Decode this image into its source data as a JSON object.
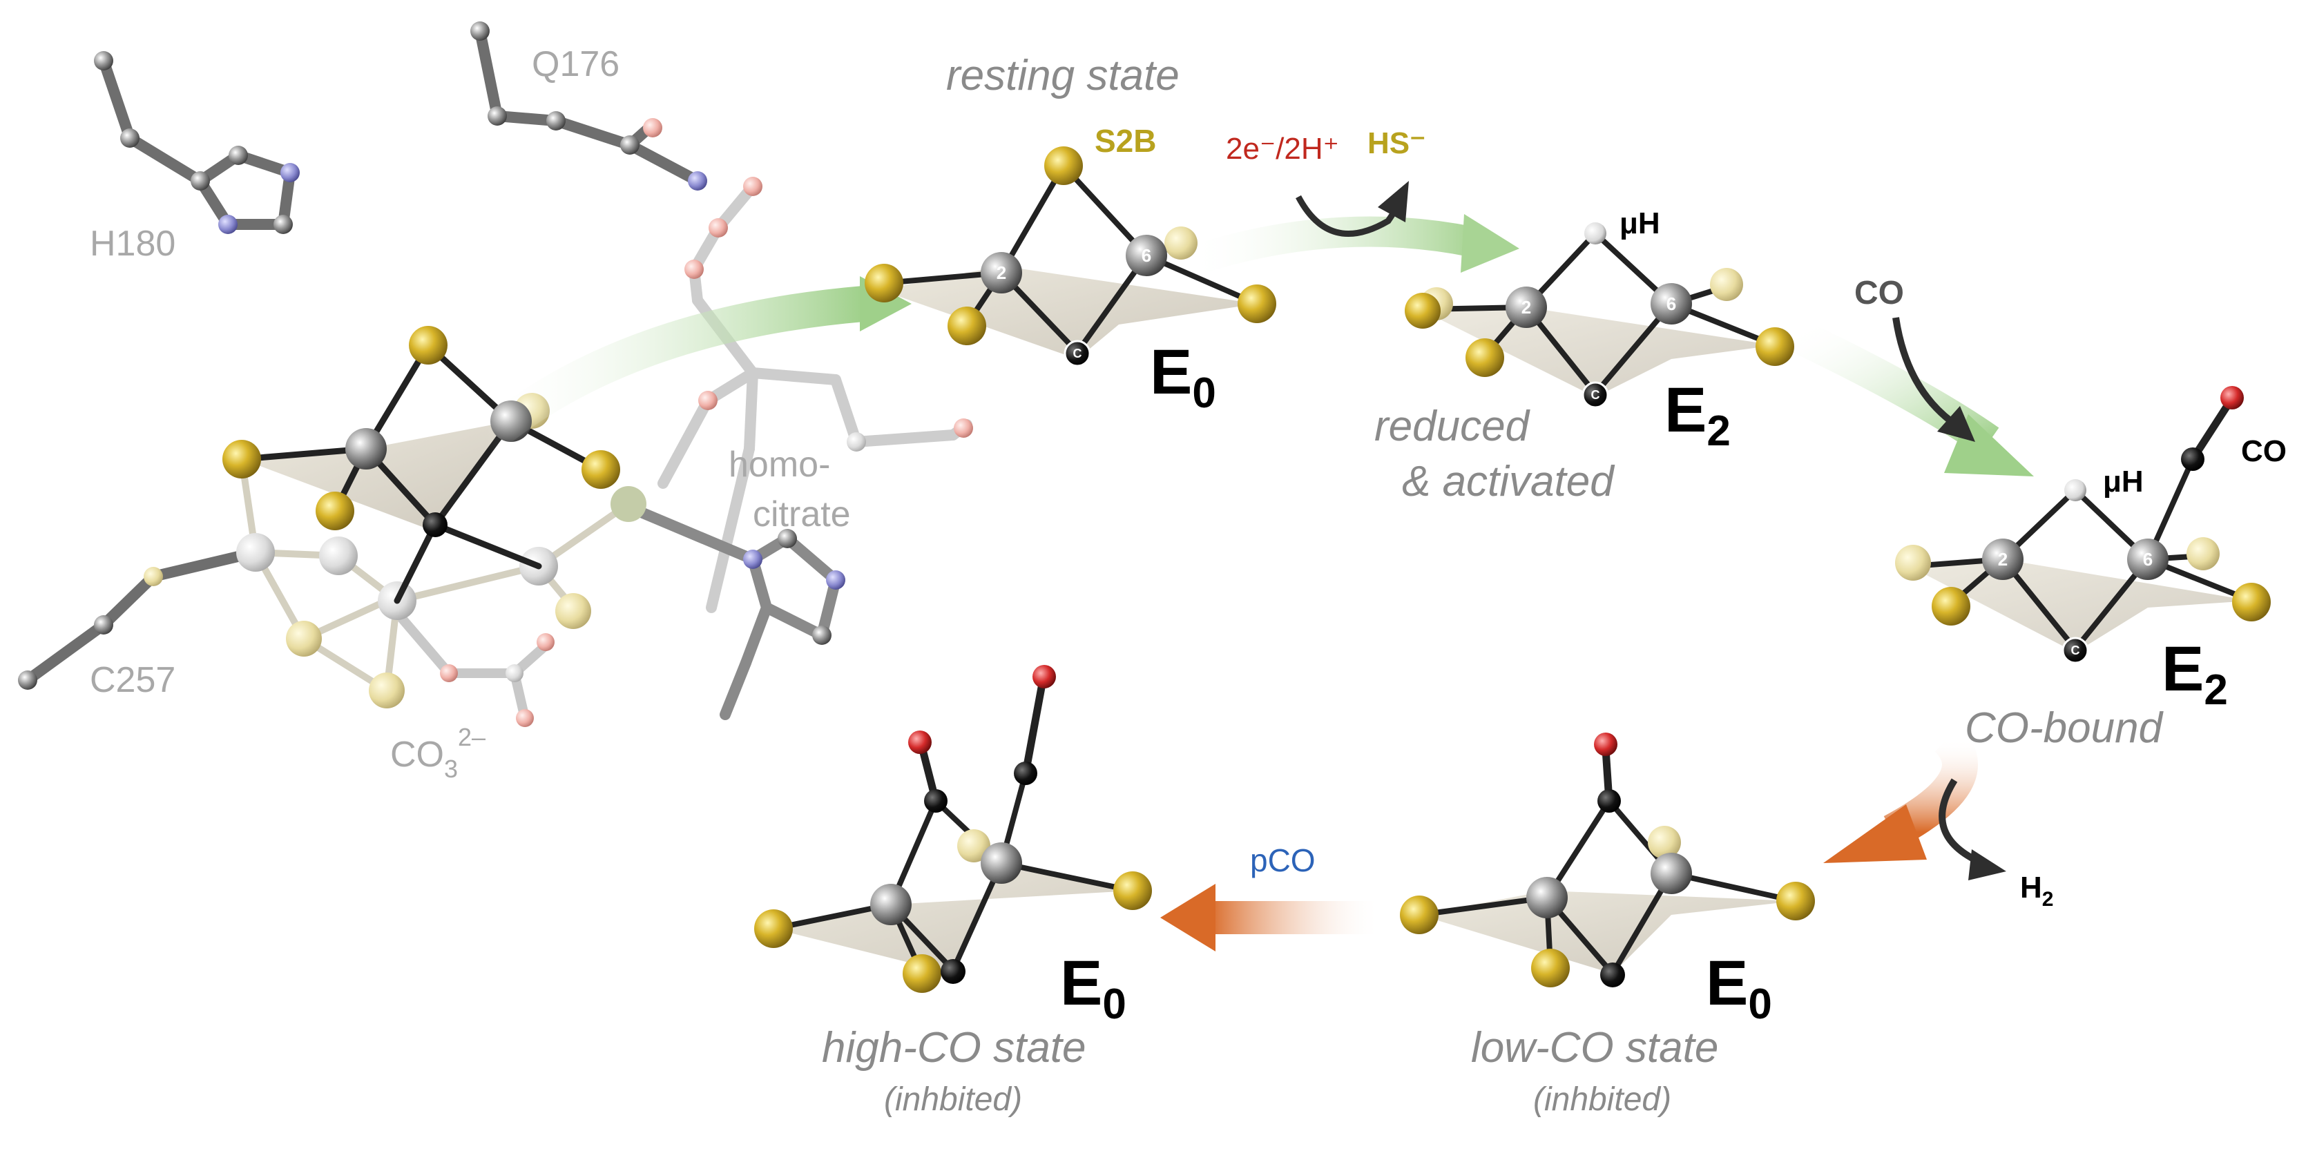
{
  "residues": {
    "q176": "Q176",
    "h180": "H180",
    "c257": "C257",
    "homocitrate_1": "homo-",
    "homocitrate_2": "citrate",
    "carbonate": "CO",
    "carbonate_sub": "3",
    "carbonate_sup": "2–"
  },
  "resting": {
    "label": "resting state",
    "s2b": "S2B",
    "e_main": "E",
    "e_sub": "0"
  },
  "step1": {
    "reductants": "2e⁻/2H⁺",
    "product": "HS⁻"
  },
  "reduced": {
    "label_1": "reduced",
    "label_2": "& activated",
    "hydride": "μH",
    "e_main": "E",
    "e_sub": "2"
  },
  "co_step": {
    "reactant": "CO"
  },
  "co_bound": {
    "label": "CO-bound",
    "hydride": "μH",
    "co": "CO",
    "e_main": "E",
    "e_sub": "2"
  },
  "h2_step": {
    "product_main": "H",
    "product_sub": "2"
  },
  "low_co": {
    "label": "low-CO state",
    "sub": "(inhbited)",
    "e_main": "E",
    "e_sub": "0"
  },
  "pco_step": {
    "label": "pCO"
  },
  "high_co": {
    "label": "high-CO state",
    "sub": "(inhbited)",
    "e_main": "E",
    "e_sub": "0"
  },
  "atom_labels": {
    "fe2": "2",
    "fe6": "6",
    "carbide": "C"
  },
  "colors": {
    "sulfur": "#c9a722",
    "iron": "#8f8f8f",
    "carbon": "#111111",
    "oxygen": "#d42a2a",
    "green_arrow": "#9fd08a",
    "orange_arrow": "#d96a28",
    "reductant_text": "#c0281e",
    "pco_text": "#2c63b8"
  }
}
